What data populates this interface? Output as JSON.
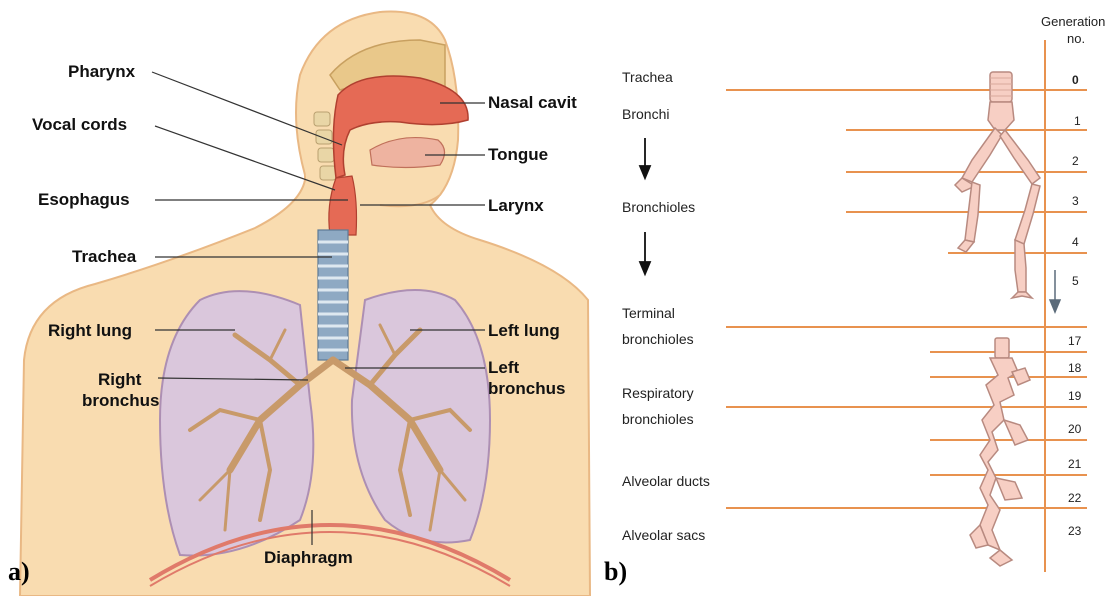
{
  "panel_a": {
    "letter": "a)",
    "labels": {
      "pharynx": "Pharynx",
      "vocal_cords": "Vocal cords",
      "esophagus": "Esophagus",
      "trachea": "Trachea",
      "right_lung": "Right lung",
      "right_bronchus_1": "Right",
      "right_bronchus_2": "bronchus",
      "nasal_cavity": "Nasal cavit",
      "tongue": "Tongue",
      "larynx": "Larynx",
      "left_lung": "Left lung",
      "left_bronchus_1": "Left",
      "left_bronchus_2": "bronchus",
      "diaphragm": "Diaphragm"
    }
  },
  "panel_b": {
    "letter": "b)",
    "header_1": "Generation",
    "header_2": "no.",
    "labels": {
      "trachea": "Trachea",
      "bronchi": "Bronchi",
      "bronchioles": "Bronchioles",
      "terminal_1": "Terminal",
      "terminal_2": "bronchioles",
      "respiratory_1": "Respiratory",
      "respiratory_2": "bronchioles",
      "alveolar_ducts": "Alveolar ducts",
      "alveolar_sacs": "Alveolar sacs"
    },
    "generations": [
      "0",
      "1",
      "2",
      "3",
      "4",
      "5",
      "17",
      "18",
      "19",
      "20",
      "21",
      "22",
      "23"
    ]
  },
  "colors": {
    "skin": "#f9dcb0",
    "skin_outline": "#e9b884",
    "airway_red": "#e56a55",
    "lung_fill": "#d9c6df",
    "lung_outline": "#a98bb4",
    "bronchial_tan": "#c89a6a",
    "trachea_blue": "#8ea9c3",
    "diaphragm": "#e07a6a",
    "orange_line": "#e8924f",
    "airway_pink": "#f7cfc4",
    "airway_outline": "#b88a80"
  }
}
